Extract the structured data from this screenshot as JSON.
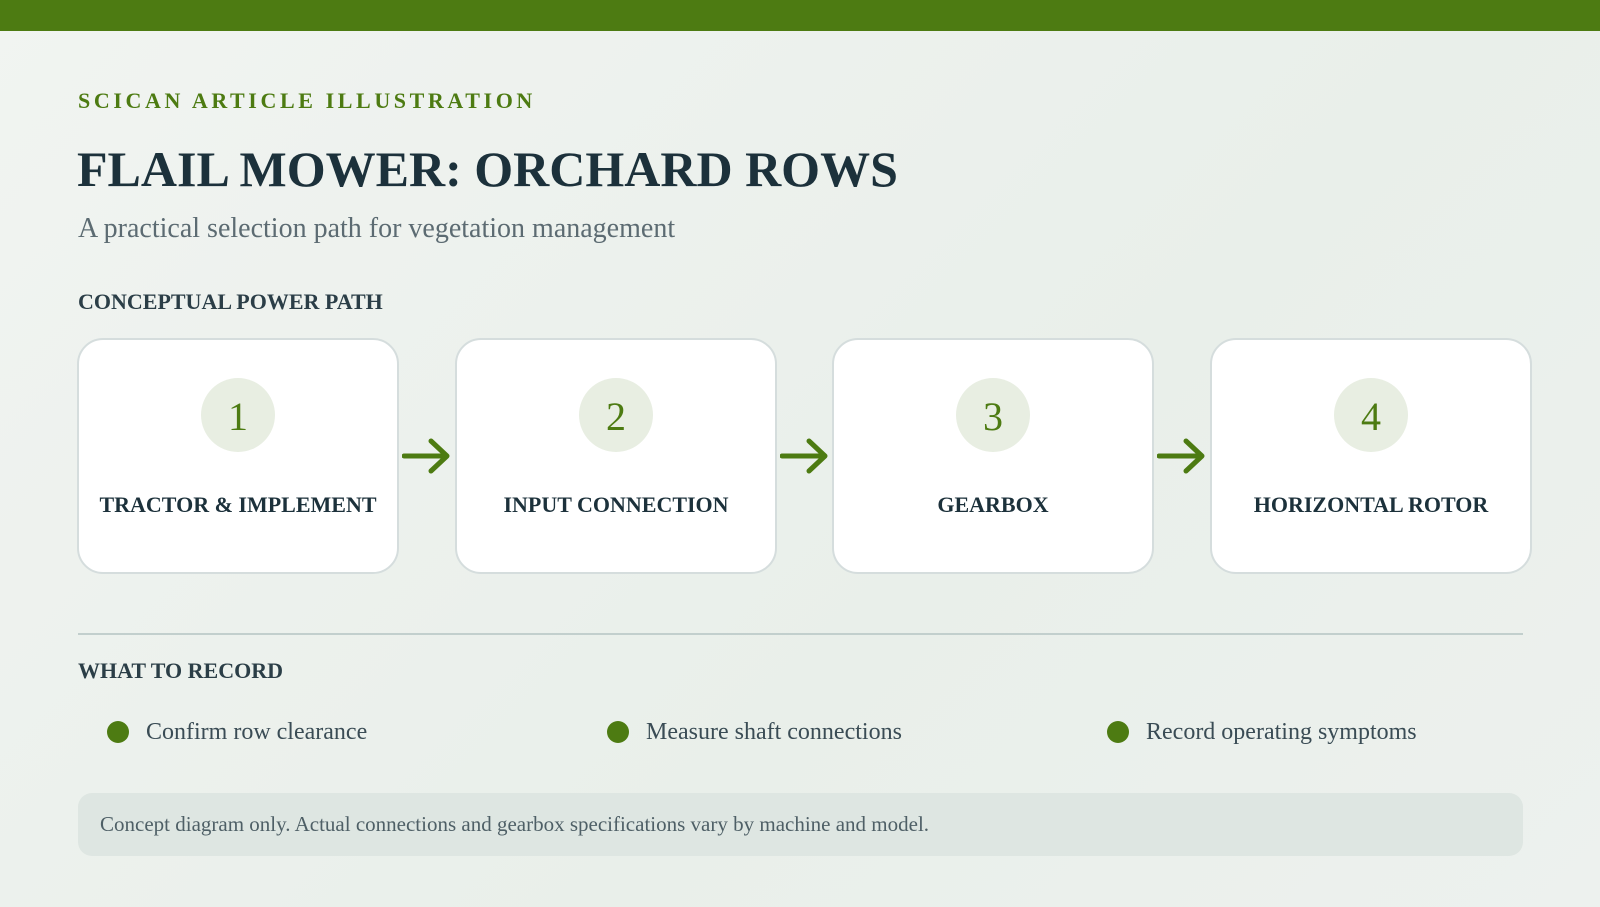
{
  "header": {
    "kicker": "SCICAN ARTICLE ILLUSTRATION",
    "title": "FLAIL MOWER: ORCHARD ROWS",
    "subtitle": "A practical selection path for vegetation management"
  },
  "power_path": {
    "label": "CONCEPTUAL POWER PATH",
    "steps": [
      {
        "number": "1",
        "label": "TRACTOR & IMPLEMENT"
      },
      {
        "number": "2",
        "label": "INPUT CONNECTION"
      },
      {
        "number": "3",
        "label": "GEARBOX"
      },
      {
        "number": "4",
        "label": "HORIZONTAL ROTOR"
      }
    ],
    "connector_icon": "arrow-right-icon"
  },
  "record": {
    "label": "WHAT TO RECORD",
    "items": [
      "Confirm row clearance",
      "Measure shaft connections",
      "Record operating symptoms"
    ]
  },
  "note": "Concept diagram only. Actual connections and gearbox specifications vary by machine and model.",
  "colors": {
    "accent": "#4d7b12",
    "heading": "#1c313b",
    "card_background": "#ffffff",
    "number_badge": "#e8eee2",
    "note_background": "#dee6e2"
  }
}
